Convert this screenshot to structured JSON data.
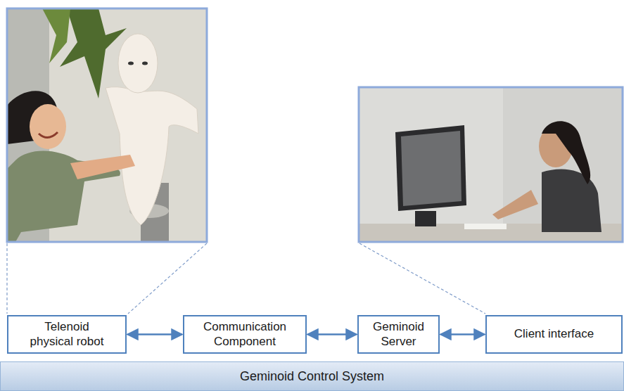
{
  "diagram": {
    "nodes": [
      {
        "text": [
          "Telenoid physical robot"
        ]
      },
      {
        "text": [
          "Communication Component"
        ]
      },
      {
        "text": [
          "Geminoid Server"
        ]
      },
      {
        "text": [
          "Client interface"
        ]
      },
      {
        "text": [
          "Geminoid Control System"
        ]
      }
    ],
    "edges": [
      {
        "from": 0,
        "to": 1,
        "arrow": "both"
      },
      {
        "from": 1,
        "to": 2,
        "arrow": "both"
      },
      {
        "from": 2,
        "to": 3,
        "arrow": "both"
      }
    ]
  }
}
